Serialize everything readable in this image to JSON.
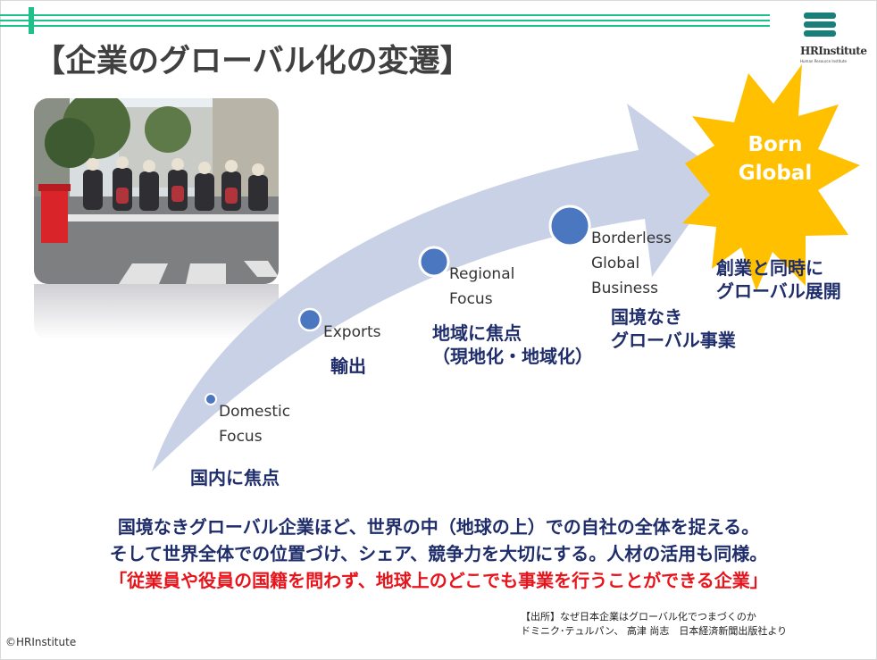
{
  "slide": {
    "title": "【企業のグローバル化の変遷】",
    "logo": {
      "name": "HRInstitute",
      "subtitle": "Human Resource Institute"
    },
    "photo": {
      "description": "street-scene-motorbikes"
    },
    "stages": [
      {
        "en": "Domestic\nFocus",
        "jp": "国内に焦点"
      },
      {
        "en": "Exports",
        "jp": "輸出"
      },
      {
        "en": "Regional\nFocus",
        "jp": "地域に焦点\n（現地化・地域化）"
      },
      {
        "en": "Borderless\nGlobal\nBusiness",
        "jp": "国境なき\nグローバル事業"
      }
    ],
    "burst": {
      "en": "Born\nGlobal",
      "jp": "創業と同時に\nグローバル展開"
    },
    "summary": [
      "国境なきグローバル企業ほど、世界の中（地球の上）での自社の全体を捉える。",
      "そして世界全体での位置づけ、シェア、競争力を大切にする。人材の活用も同様。",
      "「従業員や役員の国籍を問わず、地球上のどこでも事業を行うことができる企業」"
    ],
    "source": [
      "【出所】なぜ日本企業はグローバル化でつまづくのか",
      "ドミニク･テュルパン、 高津 尚志　日本経済新聞出版社より"
    ],
    "copyright": "©HRInstitute",
    "colors": {
      "accent": "#1fc18a",
      "navy": "#1f2e6b",
      "red": "#e8141b",
      "dot": "#4a77c0",
      "arrow": "#c9d1e6",
      "burst": "#ffc000"
    }
  }
}
